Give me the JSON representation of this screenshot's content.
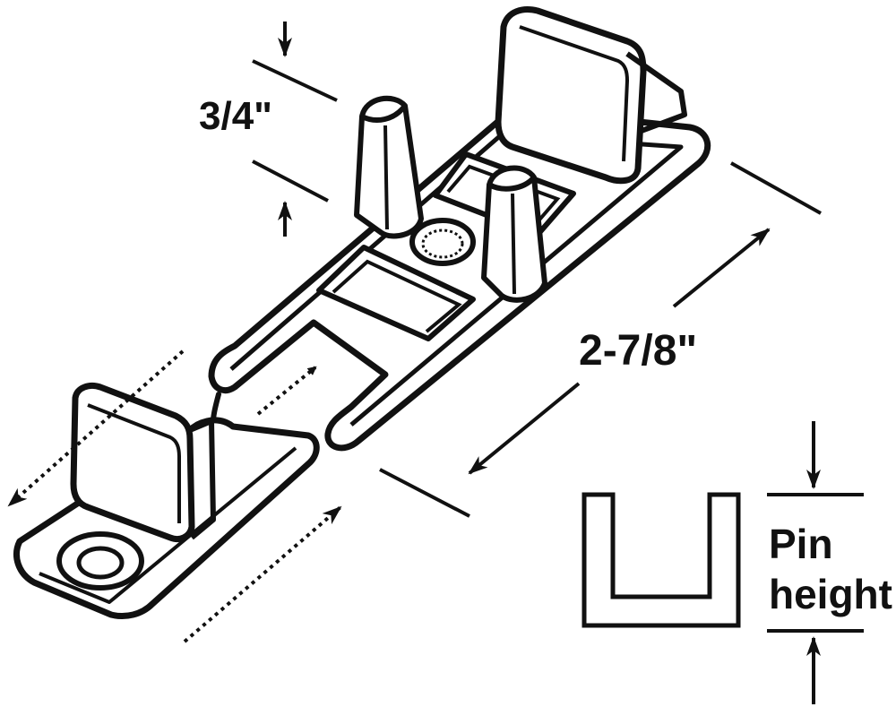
{
  "dimensions": {
    "height_label": "3/4\"",
    "length_label": "2-7/8\""
  },
  "pin_height": {
    "line1": "Pin",
    "line2": "height"
  },
  "colors": {
    "ink": "#111111",
    "background": "#ffffff"
  }
}
